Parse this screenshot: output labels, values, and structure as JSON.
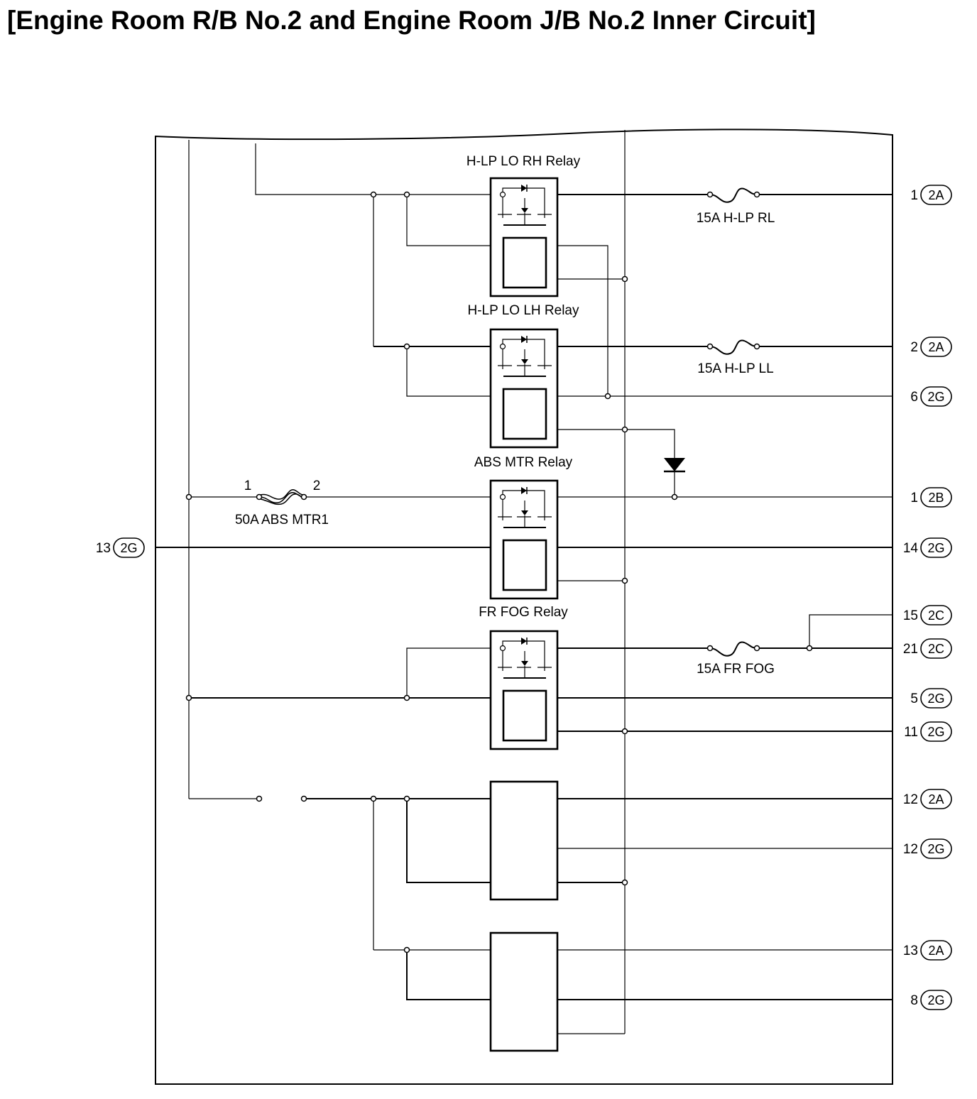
{
  "title": "[Engine Room R/B No.2 and Engine Room J/B No.2 Inner Circuit]",
  "relays": {
    "hlp_lo_rh": "H-LP LO RH Relay",
    "hlp_lo_lh": "H-LP LO LH Relay",
    "abs_mtr": "ABS MTR Relay",
    "fr_fog": "FR FOG Relay"
  },
  "fuses": {
    "hlp_rl": "15A H-LP RL",
    "hlp_ll": "15A H-LP LL",
    "fr_fog": "15A FR FOG",
    "abs_mtr1": "50A ABS MTR1",
    "abs_mtr1_pin1": "1",
    "abs_mtr1_pin2": "2"
  },
  "terminals": {
    "left": {
      "pin": "13",
      "conn": "2G"
    },
    "right": [
      {
        "pin": "1",
        "conn": "2A"
      },
      {
        "pin": "2",
        "conn": "2A"
      },
      {
        "pin": "6",
        "conn": "2G"
      },
      {
        "pin": "1",
        "conn": "2B"
      },
      {
        "pin": "14",
        "conn": "2G"
      },
      {
        "pin": "15",
        "conn": "2C"
      },
      {
        "pin": "21",
        "conn": "2C"
      },
      {
        "pin": "5",
        "conn": "2G"
      },
      {
        "pin": "11",
        "conn": "2G"
      },
      {
        "pin": "12",
        "conn": "2A"
      },
      {
        "pin": "12",
        "conn": "2G"
      },
      {
        "pin": "13",
        "conn": "2A"
      },
      {
        "pin": "8",
        "conn": "2G"
      }
    ]
  }
}
